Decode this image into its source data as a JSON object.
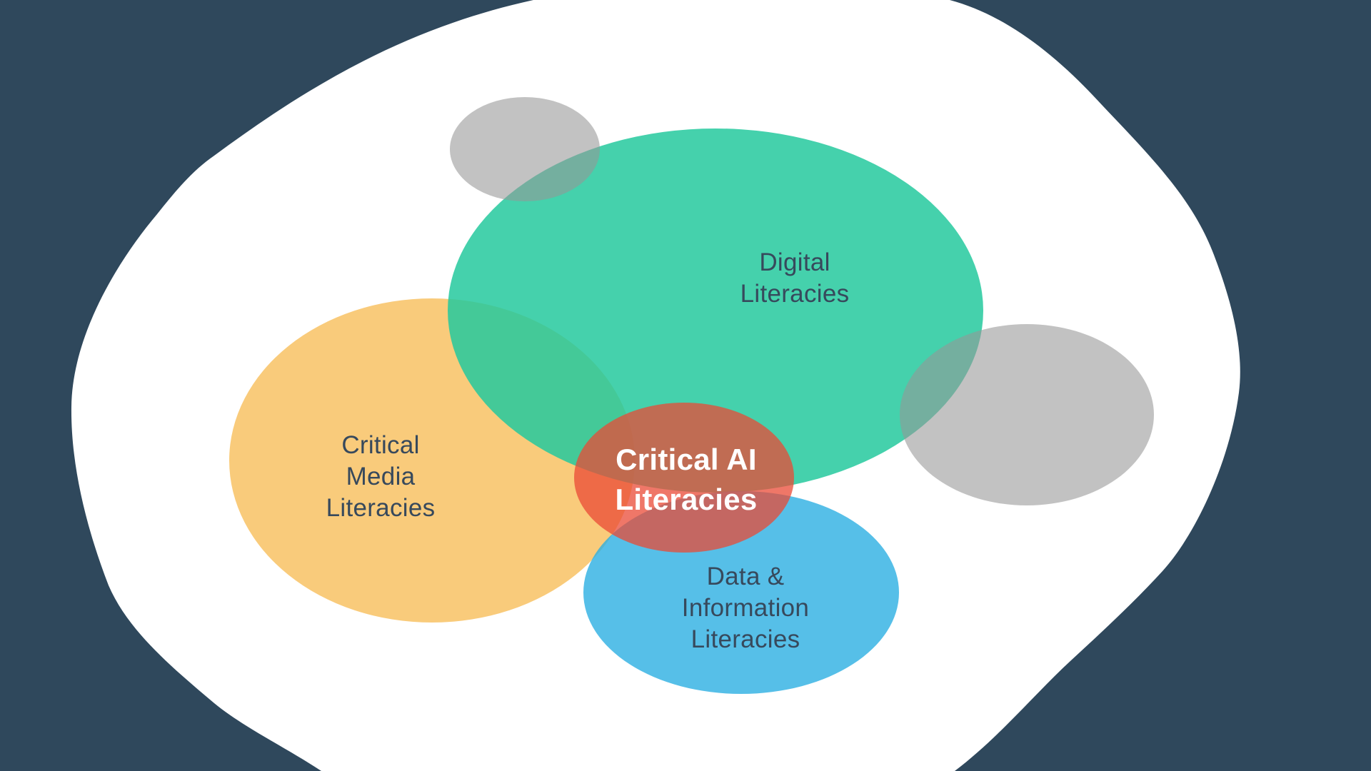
{
  "diagram": {
    "type": "venn-euler-diagram",
    "title_concept": "Critical AI Literacies as the intersection of literacies",
    "background_color": "#2F485C",
    "canvas_blob_color": "#FFFFFF",
    "sets": [
      {
        "id": "digital",
        "label": "Digital Literacies",
        "color": "rgba(36,201,157,0.85)",
        "swatch": "#45D1AC",
        "labeled": true
      },
      {
        "id": "critical_media",
        "label": "Critical Media Literacies",
        "color": "#F9CB7B",
        "swatch": "#F9CB7B",
        "labeled": true
      },
      {
        "id": "data_information",
        "label": "Data & Information Literacies",
        "color": "rgba(44,175,226,0.8)",
        "swatch": "#56BFE8",
        "labeled": true
      },
      {
        "id": "critical_ai",
        "label": "Critical AI Literacies",
        "color": "rgba(234,74,53,0.75)",
        "swatch": "#EF7768",
        "labeled": true
      },
      {
        "id": "unlabeled_gray_top",
        "label": "",
        "color": "rgba(150,150,150,0.58)",
        "swatch": "#BDBDBD",
        "labeled": false
      },
      {
        "id": "unlabeled_gray_right",
        "label": "",
        "color": "rgba(150,150,150,0.58)",
        "swatch": "#BDBDBD",
        "labeled": false
      }
    ],
    "intersection_highlight": "Critical AI Literacies sits at the overlap of Digital, Critical Media, and Data & Information literacies"
  },
  "labels": {
    "digital": {
      "lines": [
        "Digital",
        "Literacies"
      ],
      "text_color": "#37495C"
    },
    "critical_media": {
      "lines": [
        "Critical",
        "Media",
        "Literacies"
      ],
      "text_color": "#37495C"
    },
    "critical_ai": {
      "lines": [
        "Critical AI",
        "Literacies"
      ],
      "text_color": "#FFFFFF"
    },
    "data_information": {
      "lines": [
        "Data &",
        "Information",
        "Literacies"
      ],
      "text_color": "#37495C"
    }
  },
  "colors": {
    "background": "#2F485C",
    "white_canvas": "#FFFFFF",
    "teal_fill": "rgba(36,201,157,0.85)",
    "yellow_fill": "#F9CB7B",
    "blue_fill": "rgba(44,175,226,0.8)",
    "red_fill": "rgba(234,74,53,0.75)",
    "gray_fill": "rgba(150,150,150,0.58)"
  }
}
